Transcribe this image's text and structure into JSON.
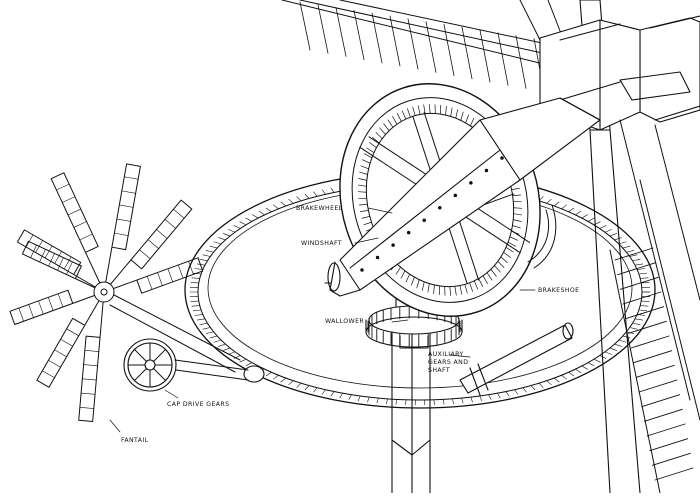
{
  "labels": {
    "brakewheel": "BRAKEWHEEL",
    "windshaft": "WINDSHAFT",
    "wallower": "WALLOWER",
    "brakeshoe": "BRAKESHOE",
    "auxiliary_line1": "AUXILIARY",
    "auxiliary_line2": "GEARS AND",
    "auxiliary_line3": "SHAFT",
    "cap_drive_gears": "CAP DRIVE GEARS",
    "fantail": "FANTAIL"
  },
  "colors": {
    "ink": "#111111",
    "paper": "#ffffff"
  }
}
